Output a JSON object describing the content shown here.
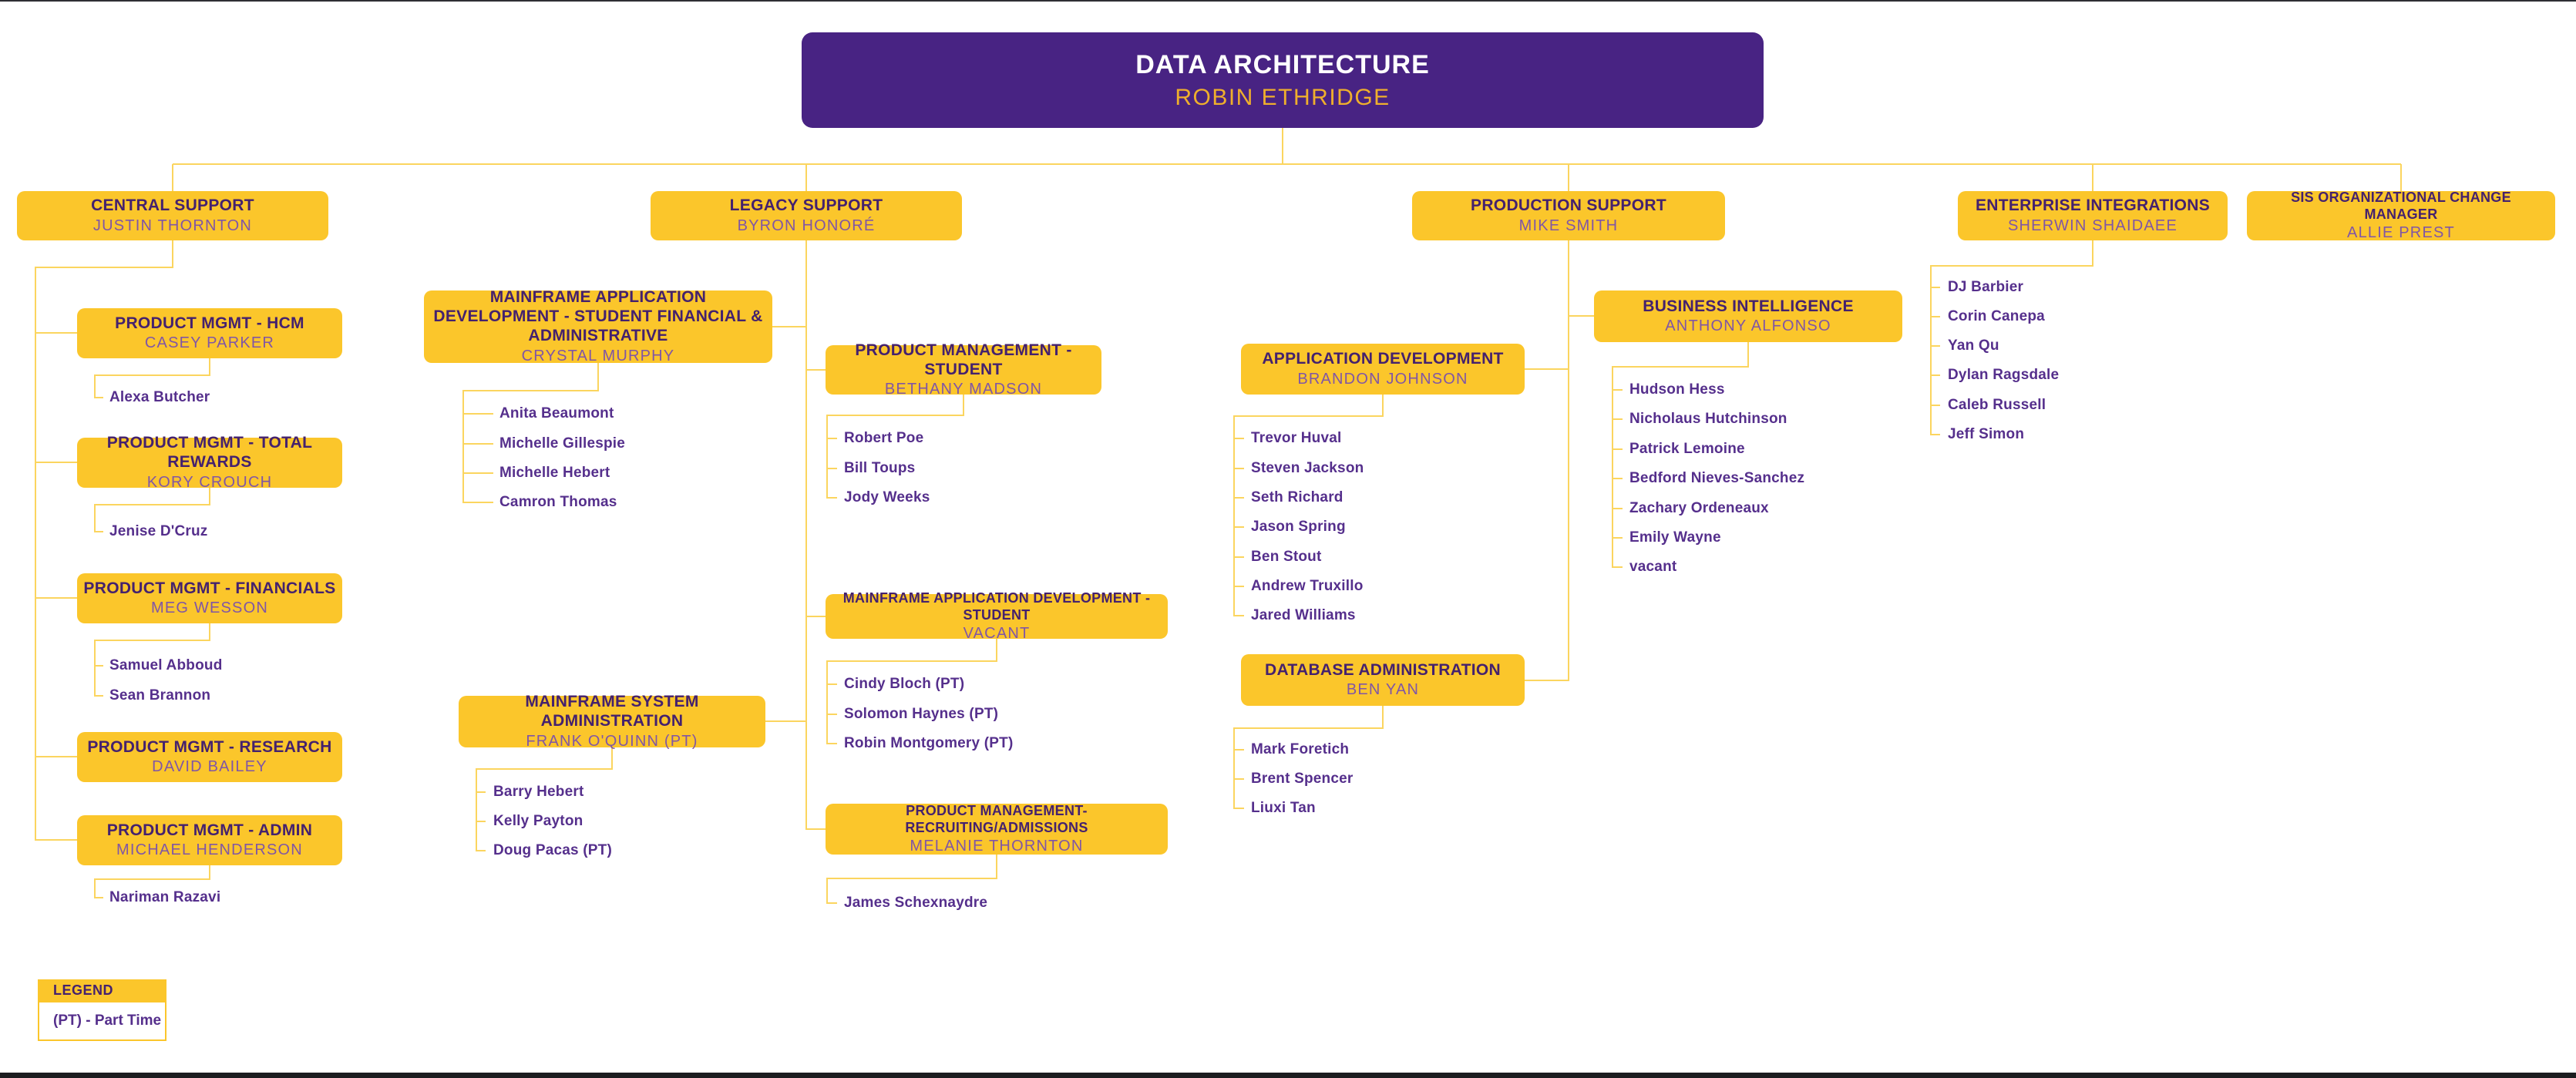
{
  "palette": {
    "root_bg": "#482383",
    "root_title": "#ffffff",
    "root_subtitle": "#EFAF2C",
    "box_bg": "#FBC62B",
    "box_title": "#44216E",
    "box_subtitle": "#8056A6",
    "person": "#552F8C",
    "line": "#FBD55F",
    "top_edge": "#2e2f33",
    "bottom_edge": "#1c1d1f"
  },
  "root": {
    "title": "DATA ARCHITECTURE",
    "name": "ROBIN ETHRIDGE"
  },
  "units": [
    {
      "id": "central-support",
      "title": "CENTRAL SUPPORT",
      "name": "JUSTIN THORNTON",
      "reports": []
    },
    {
      "id": "product-mgmt-hcm",
      "title": "PRODUCT MGMT - HCM",
      "name": "CASEY PARKER",
      "reports": [
        "Alexa Butcher"
      ]
    },
    {
      "id": "product-mgmt-total-rewards",
      "title": "PRODUCT MGMT - TOTAL REWARDS",
      "name": "KORY CROUCH",
      "reports": [
        "Jenise D'Cruz"
      ]
    },
    {
      "id": "product-mgmt-financials",
      "title": "PRODUCT MGMT - FINANCIALS",
      "name": "MEG WESSON",
      "reports": [
        "Samuel Abboud",
        "Sean Brannon"
      ]
    },
    {
      "id": "product-mgmt-research",
      "title": "PRODUCT MGMT - RESEARCH",
      "name": "DAVID BAILEY",
      "reports": []
    },
    {
      "id": "product-mgmt-admin",
      "title": "PRODUCT MGMT - ADMIN",
      "name": "MICHAEL HENDERSON",
      "reports": [
        "Nariman Razavi"
      ]
    },
    {
      "id": "legacy-support",
      "title": "LEGACY SUPPORT",
      "name": "BYRON HONORÉ",
      "reports": []
    },
    {
      "id": "mad-sfa",
      "title": "MAINFRAME APPLICATION DEVELOPMENT - STUDENT FINANCIAL & ADMINISTRATIVE",
      "name": "CRYSTAL MURPHY",
      "reports": [
        "Anita Beaumont",
        "Michelle Gillespie",
        "Michelle Hebert",
        "Camron Thomas"
      ]
    },
    {
      "id": "mainframe-system-administration",
      "title": "MAINFRAME SYSTEM ADMINISTRATION",
      "name": "FRANK O'QUINN (PT)",
      "reports": [
        "Barry Hebert",
        "Kelly Payton",
        "Doug Pacas (PT)"
      ]
    },
    {
      "id": "product-management-student",
      "title": "PRODUCT MANAGEMENT - STUDENT",
      "name": "BETHANY MADSON",
      "reports": [
        "Robert Poe",
        "Bill Toups",
        "Jody Weeks"
      ]
    },
    {
      "id": "mad-student",
      "title": "MAINFRAME APPLICATION DEVELOPMENT - STUDENT",
      "name": "VACANT",
      "reports": [
        "Cindy Bloch (PT)",
        "Solomon Haynes (PT)",
        "Robin Montgomery (PT)"
      ]
    },
    {
      "id": "product-management-recruiting",
      "title": "PRODUCT MANAGEMENT- RECRUITING/ADMISSIONS",
      "name": "MELANIE THORNTON",
      "reports": [
        "James Schexnaydre"
      ]
    },
    {
      "id": "production-support",
      "title": "PRODUCTION SUPPORT",
      "name": "MIKE SMITH",
      "reports": []
    },
    {
      "id": "application-development",
      "title": "APPLICATION DEVELOPMENT",
      "name": "BRANDON JOHNSON",
      "reports": [
        "Trevor Huval",
        "Steven Jackson",
        "Seth Richard",
        "Jason Spring",
        "Ben Stout",
        "Andrew Truxillo",
        "Jared Williams"
      ]
    },
    {
      "id": "database-administration",
      "title": "DATABASE ADMINISTRATION",
      "name": "BEN YAN",
      "reports": [
        "Mark Foretich",
        "Brent Spencer",
        "Liuxi Tan"
      ]
    },
    {
      "id": "business-intelligence",
      "title": "BUSINESS INTELLIGENCE",
      "name": "ANTHONY ALFONSO",
      "reports": [
        "Hudson Hess",
        "Nicholaus Hutchinson",
        "Patrick Lemoine",
        "Bedford Nieves-Sanchez",
        "Zachary Ordeneaux",
        "Emily Wayne",
        "vacant"
      ]
    },
    {
      "id": "enterprise-integrations",
      "title": "ENTERPRISE INTEGRATIONS",
      "name": "SHERWIN SHAIDAEE",
      "reports": [
        "DJ Barbier",
        "Corin Canepa",
        "Yan Qu",
        "Dylan Ragsdale",
        "Caleb Russell",
        "Jeff Simon"
      ]
    },
    {
      "id": "sis-organizational-change-manager",
      "title": "SIS ORGANIZATIONAL CHANGE MANAGER",
      "name": "ALLIE PREST",
      "reports": []
    }
  ],
  "legend": {
    "header": "LEGEND",
    "body": "(PT) - Part Time"
  }
}
